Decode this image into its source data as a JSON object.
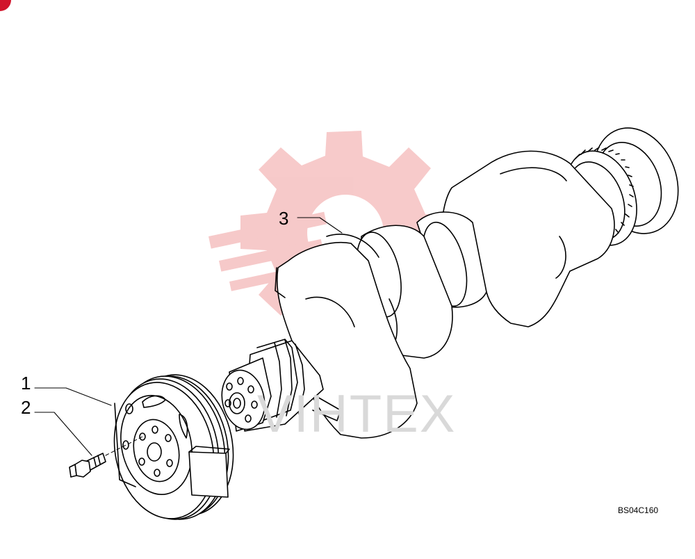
{
  "callouts": [
    "1",
    "2",
    "3"
  ],
  "drawing_code": "BS04C160",
  "watermark": {
    "text": "VIHTEX",
    "color": "#f2b3b3"
  },
  "colors": {
    "line": "#000000",
    "badge": "#d1142b"
  }
}
